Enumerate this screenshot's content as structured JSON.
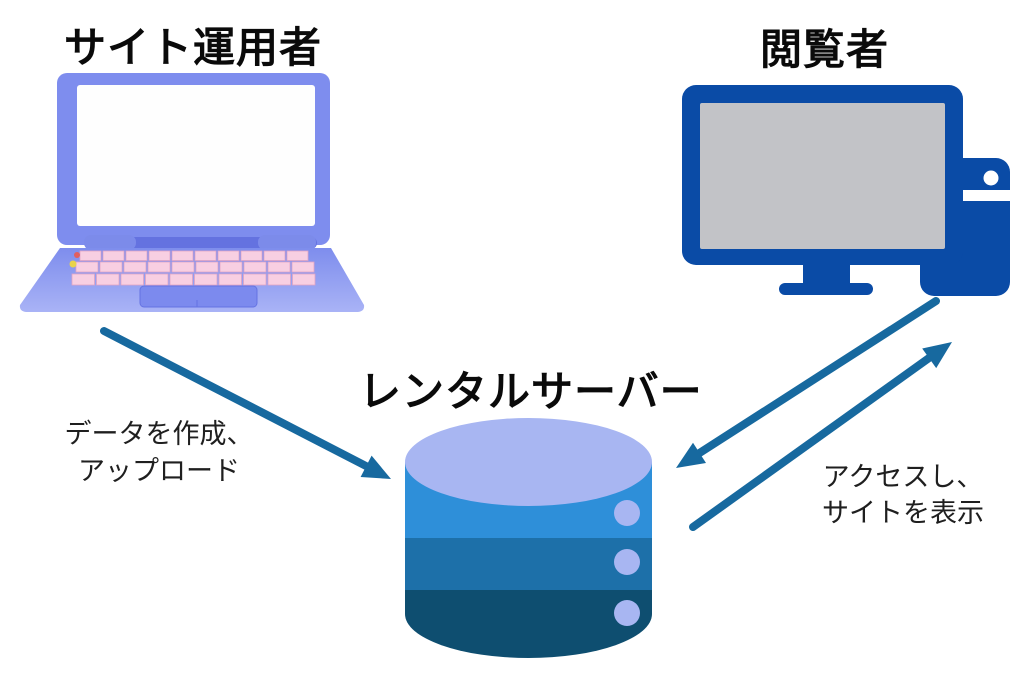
{
  "diagram": {
    "site_operator_title": "サイト運用者",
    "viewer_title": "閲覧者",
    "server_title": "レンタルサーバー",
    "upload_label_line1": "データを作成、",
    "upload_label_line2": "アップロード",
    "access_label_line1": "アクセスし、",
    "access_label_line2": "サイトを表示"
  },
  "edges": {
    "upload": {
      "from": "site_operator",
      "to": "server"
    },
    "request": {
      "from": "viewer",
      "to": "server"
    },
    "response": {
      "from": "server",
      "to": "viewer"
    }
  },
  "icons": {
    "site_operator": "laptop-icon",
    "viewer": "desktop-monitor-icon",
    "server": "database-cylinder-icon"
  },
  "colors": {
    "background": "#ffffff",
    "title_text": "#0a0a0a",
    "label_text": "#1f1f1f",
    "arrow": "#17699f",
    "monitor_blue": "#0a4ba6",
    "monitor_screen_gray": "#c2c3c7",
    "laptop_body": "#7e8dee",
    "laptop_screen": "#fefefe",
    "laptop_key_pink": "#f8cfe2",
    "server_top": "#a8b6f2",
    "server_band_light": "#2e8fd9",
    "server_band_mid": "#1d70a9",
    "server_band_dark": "#0e4e70",
    "server_dot": "#a8b6f2"
  }
}
